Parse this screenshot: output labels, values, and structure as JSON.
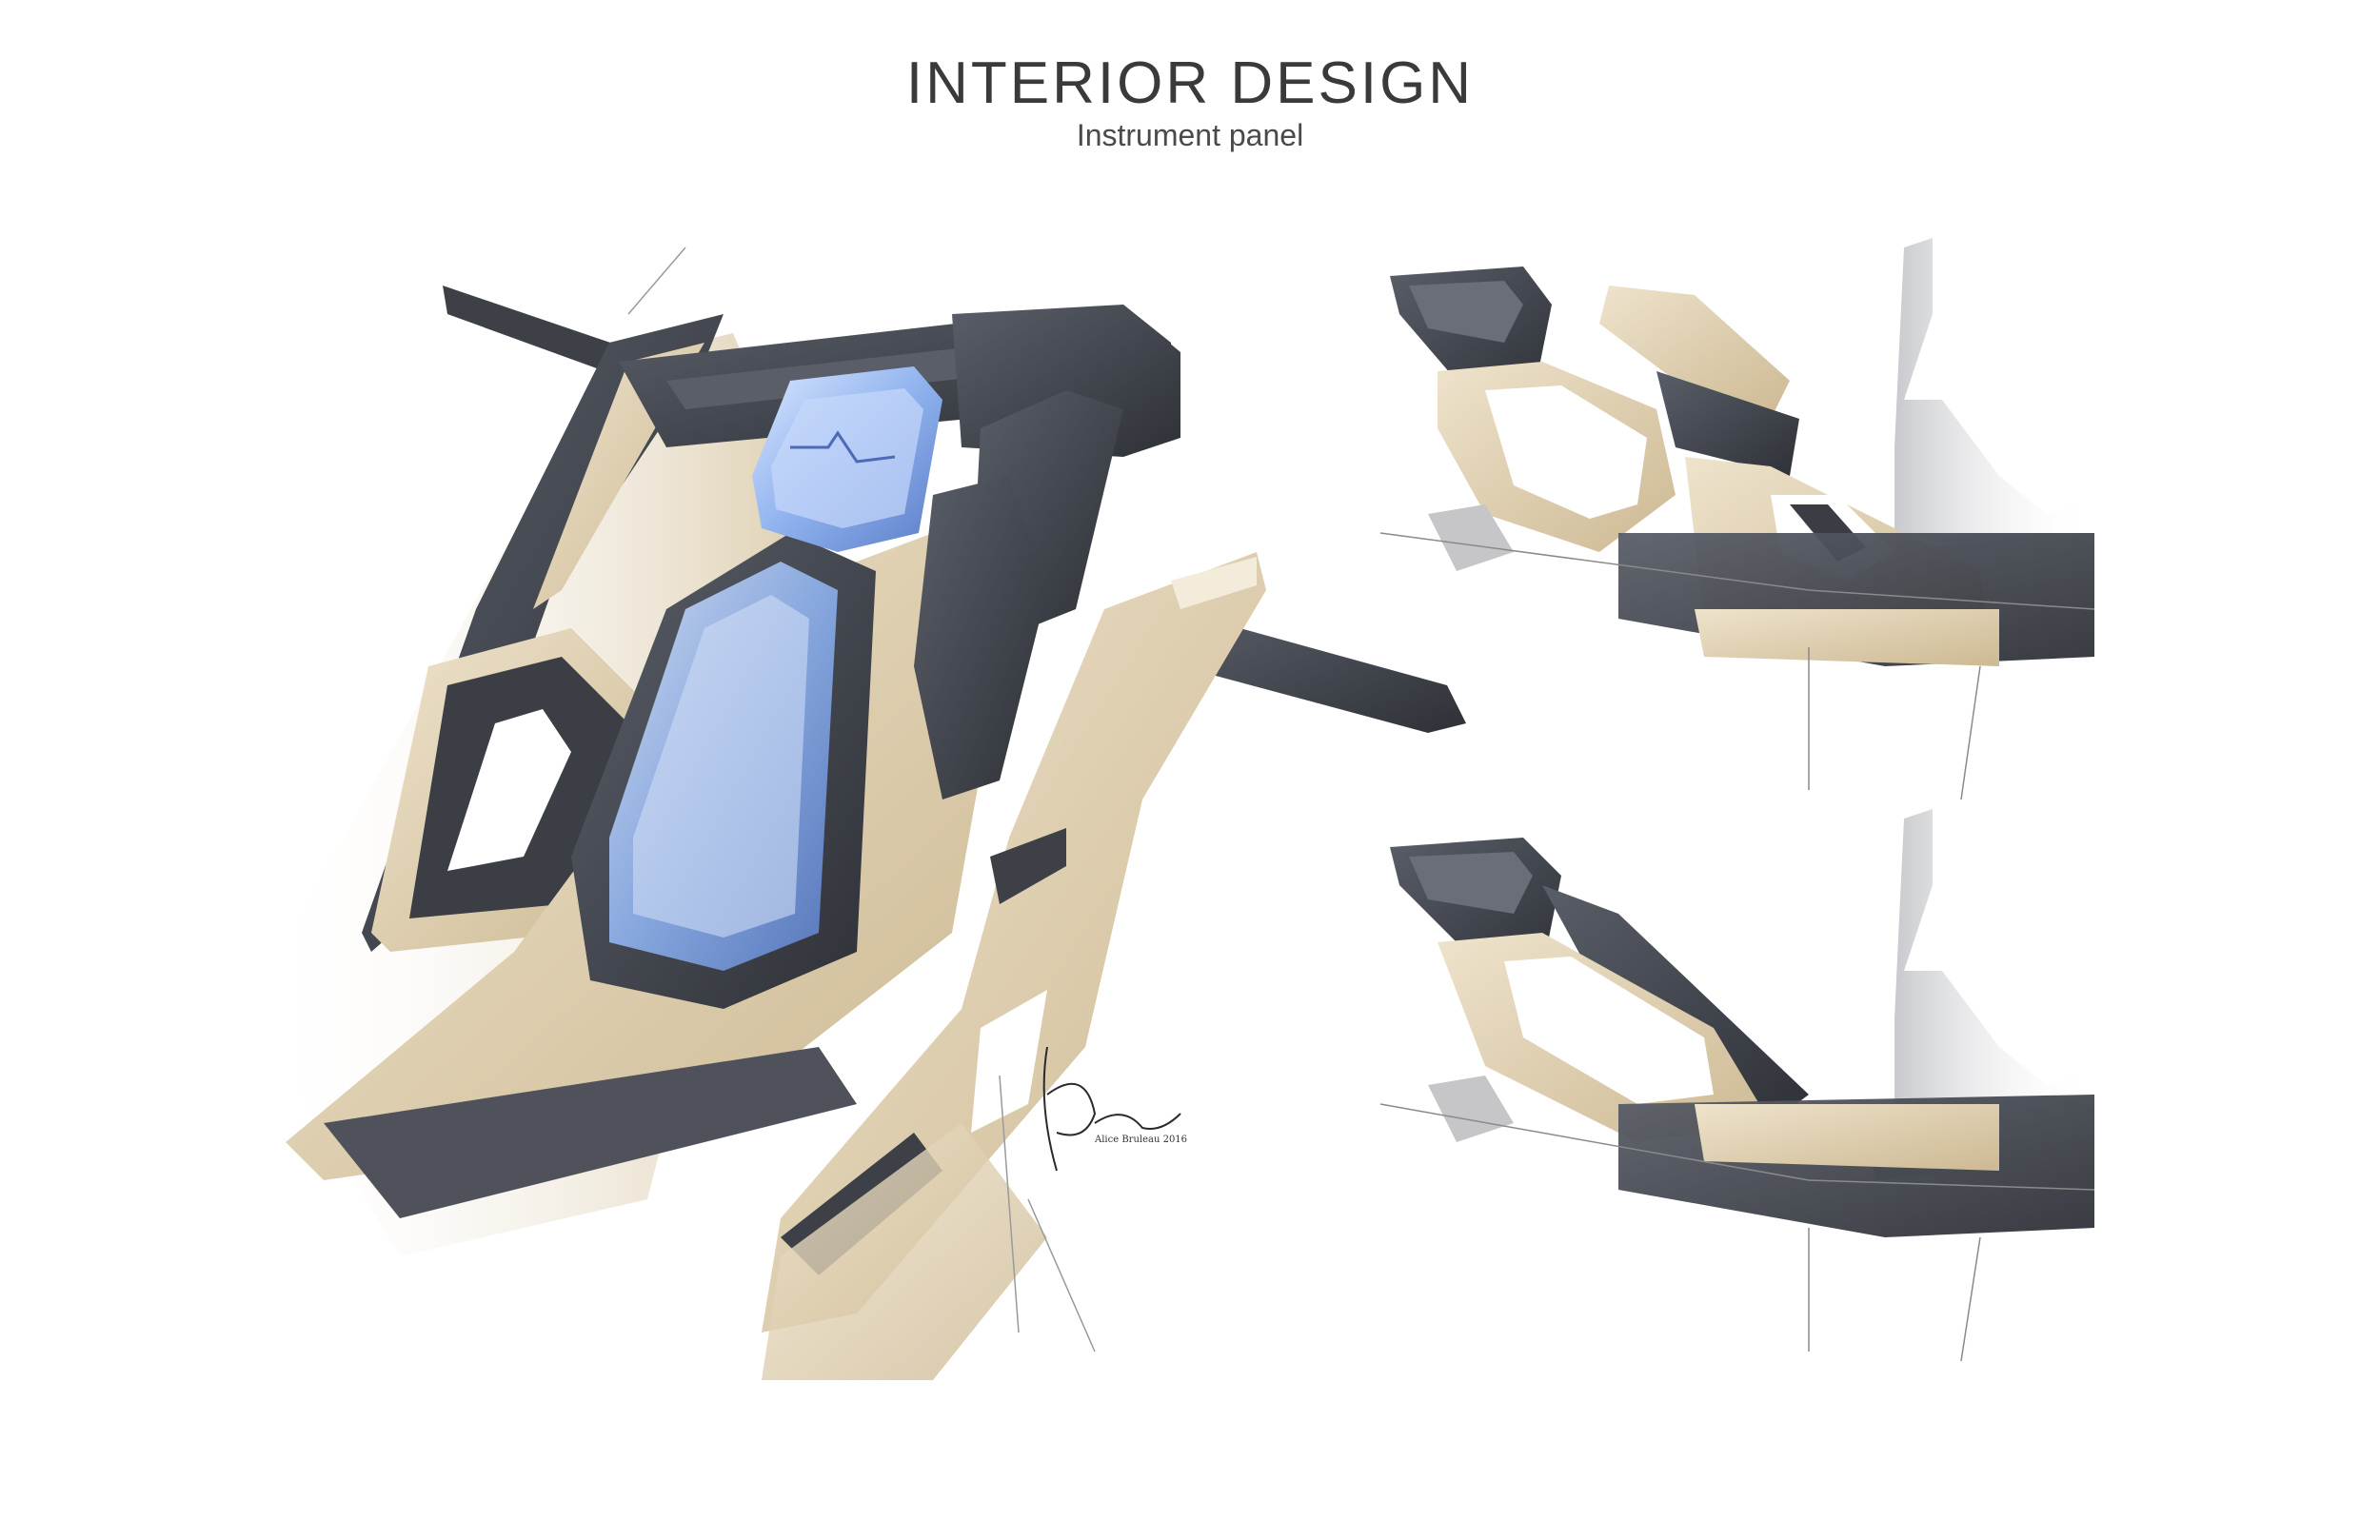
{
  "header": {
    "title": "INTERIOR DESIGN",
    "subtitle": "Instrument panel"
  },
  "signature": {
    "text": "Alice Bruleau 2016"
  },
  "palette": {
    "beige": "#d9c8a6",
    "beige_light": "#ebe0c8",
    "charcoal": "#4a4d55",
    "dark": "#2f3238",
    "screen_blue": "#7fa8e8",
    "shadow_grey": "#b8b8bb"
  },
  "views": {
    "main": "main-sketch",
    "variant_a": "variant-sketch-a",
    "variant_b": "variant-sketch-b"
  }
}
